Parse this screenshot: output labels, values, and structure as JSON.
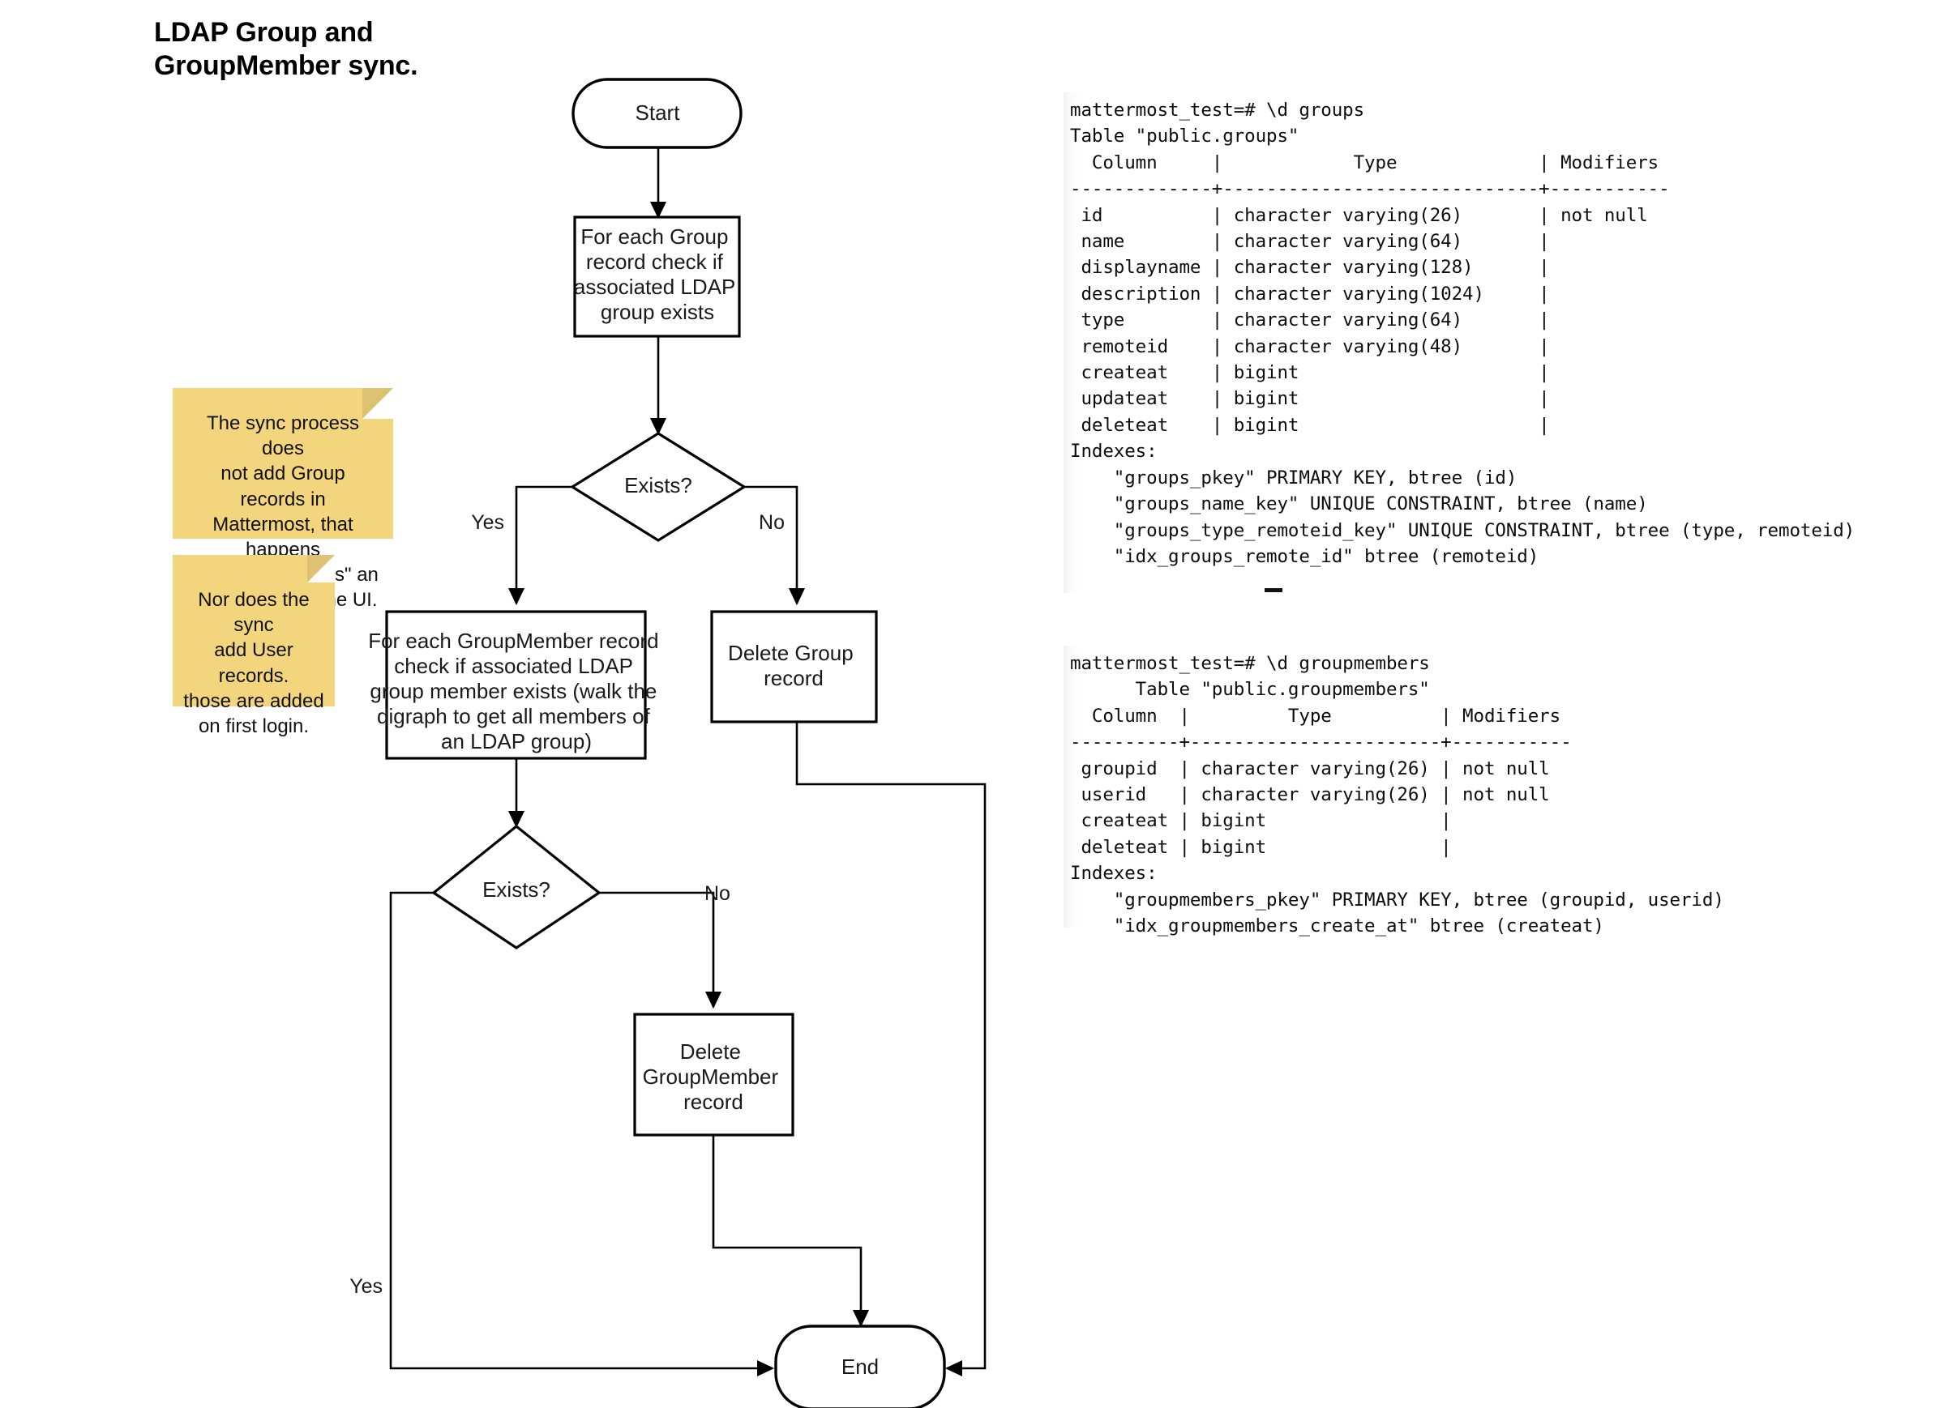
{
  "title": "LDAP Group and\nGroupMember sync.",
  "flowchart": {
    "nodes": {
      "start": "Start",
      "for_each_group": "For each Group\nrecord check if\nassociated LDAP\ngroup exists",
      "exists_group": "Exists?",
      "for_each_groupmember": "For each GroupMember record\ncheck if associated LDAP\ngroup member exists (walk the\ndigraph to get all members of\nan LDAP group)",
      "delete_group": "Delete Group\nrecord",
      "exists_groupmember": "Exists?",
      "delete_groupmember": "Delete\nGroupMember\nrecord",
      "end": "End"
    },
    "edge_labels": {
      "group_yes": "Yes",
      "group_no": "No",
      "member_no": "No",
      "member_yes": "Yes"
    }
  },
  "notes": [
    {
      "id": "note-sync-group",
      "text": "The sync process does\nnot add Group records in\nMattermost, that happens\nwhen a user \"links\" an\nLDAP group in the UI.",
      "color": "#F2D57D"
    },
    {
      "id": "note-sync-user",
      "text": "Nor does the sync\nadd User records.\nthose are added\non first login.",
      "color": "#F2D57D"
    }
  ],
  "terminals": [
    {
      "id": "groups",
      "prompt": "mattermost_test=# \\d groups",
      "table_caption": "Table \"public.groups\"",
      "header": "  Column     |            Type             | Modifiers",
      "divider": "-------------+-----------------------------+-----------",
      "rows": [
        " id          | character varying(26)       | not null",
        " name        | character varying(64)       |",
        " displayname | character varying(128)      |",
        " description | character varying(1024)     |",
        " type        | character varying(64)       |",
        " remoteid    | character varying(48)       |",
        " createat    | bigint                      |",
        " updateat    | bigint                      |",
        " deleteat    | bigint                      |"
      ],
      "indexes_label": "Indexes:",
      "indexes": [
        "    \"groups_pkey\" PRIMARY KEY, btree (id)",
        "    \"groups_name_key\" UNIQUE CONSTRAINT, btree (name)",
        "    \"groups_type_remoteid_key\" UNIQUE CONSTRAINT, btree (type, remoteid)",
        "    \"idx_groups_remote_id\" btree (remoteid)"
      ]
    },
    {
      "id": "groupmembers",
      "prompt": "mattermost_test=# \\d groupmembers",
      "table_caption": "      Table \"public.groupmembers\"",
      "header": "  Column  |         Type          | Modifiers",
      "divider": "----------+-----------------------+-----------",
      "rows": [
        " groupid  | character varying(26) | not null",
        " userid   | character varying(26) | not null",
        " createat | bigint                |",
        " deleteat | bigint                |"
      ],
      "indexes_label": "Indexes:",
      "indexes": [
        "    \"groupmembers_pkey\" PRIMARY KEY, btree (groupid, userid)",
        "    \"idx_groupmembers_create_at\" btree (createat)"
      ]
    }
  ]
}
